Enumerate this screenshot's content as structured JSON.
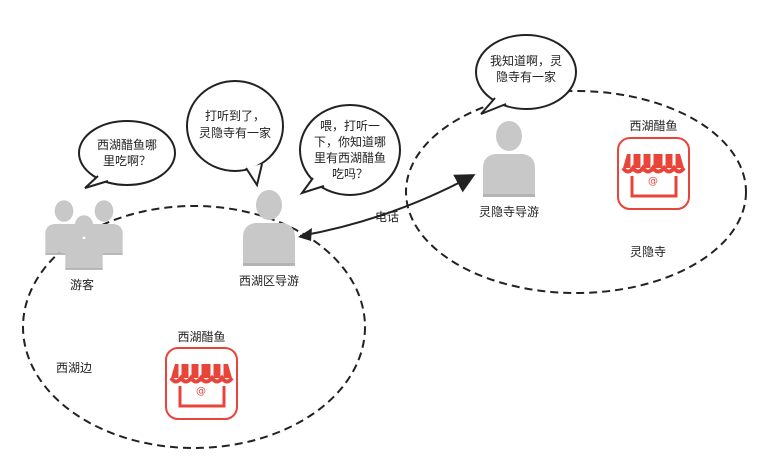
{
  "zones": [
    {
      "label": "西湖边"
    },
    {
      "label": "灵隐寺"
    }
  ],
  "people": {
    "tourists": {
      "label": "游客",
      "speech": [
        "西湖醋鱼哪",
        "里吃啊？"
      ]
    },
    "xihu_guide": {
      "label": "西湖区导游",
      "speech": [
        "打听到了，",
        "灵隐寺有一家"
      ],
      "speech_to_peer": [
        "喂，打听一",
        "下，你知道哪",
        "里有西湖醋鱼",
        "吃吗？"
      ]
    },
    "lingyin_guide": {
      "label": "灵隐寺导游",
      "speech": [
        "我知道啊，灵",
        "隐寺有一家"
      ]
    }
  },
  "shops": [
    {
      "label": "西湖醋鱼",
      "badge": "@"
    },
    {
      "label": "西湖醋鱼",
      "badge": "@"
    }
  ],
  "connection": {
    "label": "电话"
  },
  "colors": {
    "stroke": "#222222",
    "person_fill": "#c8c8c8",
    "shop_red": "#e8443a"
  }
}
